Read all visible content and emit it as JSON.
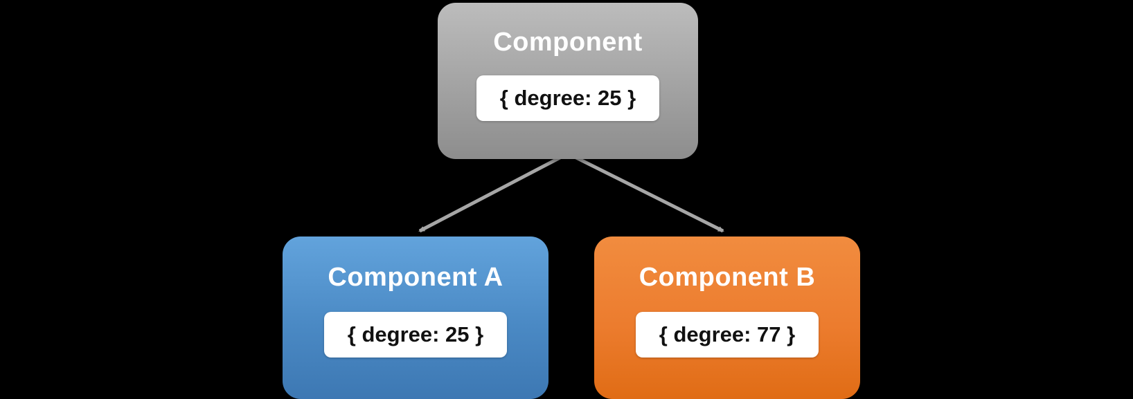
{
  "diagram": {
    "background_color": "#000000",
    "arrow_color": "#a6a6a6",
    "nodes": {
      "parent": {
        "title": "Component",
        "value": "{ degree: 25 }",
        "fill_color": "#a7a7a7",
        "title_color": "#ffffff",
        "value_text_color": "#111111"
      },
      "child_a": {
        "title": "Component A",
        "value": "{ degree: 25 }",
        "fill_color": "#4a89c4",
        "title_color": "#ffffff",
        "value_text_color": "#111111"
      },
      "child_b": {
        "title": "Component B",
        "value": "{ degree: 77 }",
        "fill_color": "#ec7c2e",
        "title_color": "#ffffff",
        "value_text_color": "#111111"
      }
    },
    "edges": [
      {
        "from": "parent",
        "to": "child_a"
      },
      {
        "from": "parent",
        "to": "child_b"
      }
    ]
  }
}
